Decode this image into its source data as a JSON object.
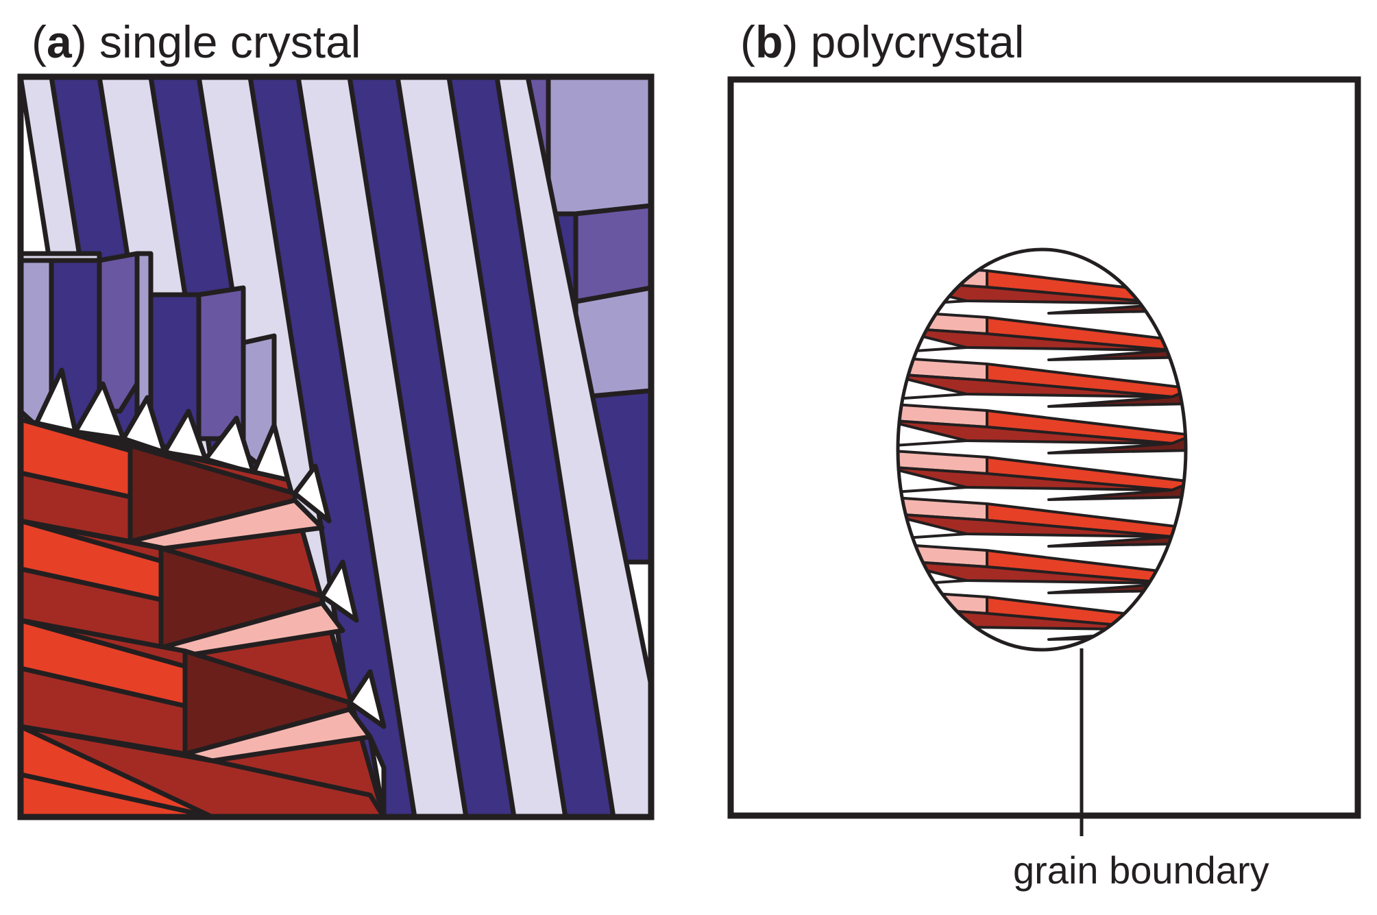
{
  "panels": [
    {
      "letter": "a",
      "title": "single crystal"
    },
    {
      "letter": "b",
      "title": "polycrystal"
    }
  ],
  "annotation": {
    "text": "grain boundary"
  },
  "colors": {
    "outline": "#231f20",
    "blue_dark": "#3d3283",
    "blue_pale": "#dcdaec",
    "blue_mid": "#a59ecd",
    "blue_violet": "#6a57a2",
    "red_bright": "#e64027",
    "red_mid": "#a42b24",
    "red_dark": "#6a1f1b",
    "red_pale": "#f5b5ae"
  }
}
